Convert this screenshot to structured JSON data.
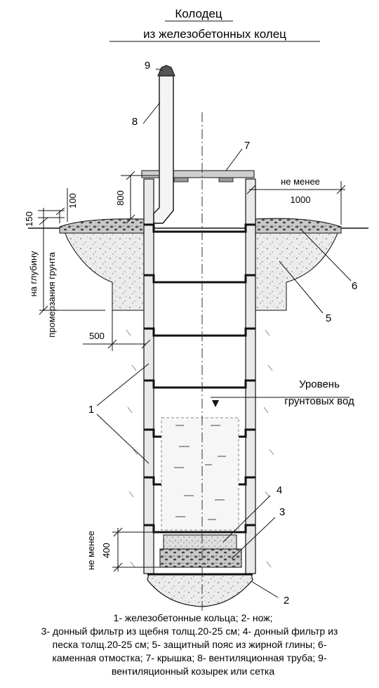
{
  "title": {
    "line1": "Колодец",
    "line2": "из железобетонных  колец"
  },
  "callouts": {
    "n1": "1",
    "n2": "2",
    "n3": "3",
    "n4": "4",
    "n5": "5",
    "n6": "6",
    "n7": "7",
    "n8": "8",
    "n9": "9"
  },
  "dimensions": {
    "d150": "150",
    "d100": "100",
    "d800": "800",
    "d500": "500",
    "min1000_l1": "не менее",
    "min1000_l2": "1000",
    "min400_l1": "не менее",
    "min400_l2": "400",
    "depth_l1": "на глубину",
    "depth_l2": "промерзания грунта"
  },
  "groundwater": {
    "line1": "Уровень",
    "line2": "грунтовых  вод"
  },
  "legend": {
    "line1": "1- железобетонные кольца; 2- нож;",
    "line2": "3- донный фильтр из щебня толщ.20-25 см; 4- донный фильтр из",
    "line3": "песка толщ.20-25 см; 5- защитный пояс из жирной глины; 6-",
    "line4": "каменная отмостка;  7- крышка;  8- вентиляционная труба; 9-",
    "line5": "вентиляционный козырек или сетка"
  },
  "colors": {
    "stroke": "#111111",
    "wall": "#e9e9e9",
    "clay": "#e6e6e6",
    "gravel": "#bdbdbd"
  }
}
